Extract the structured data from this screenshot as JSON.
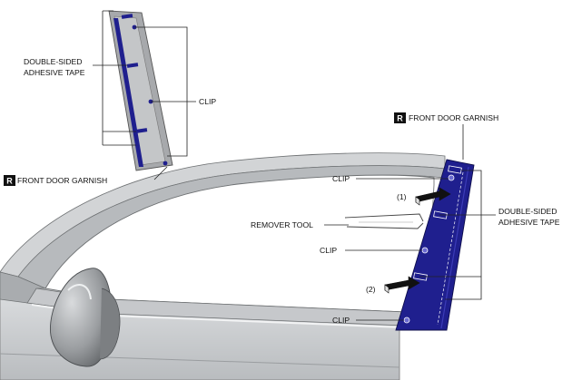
{
  "labels": {
    "inset_tape": [
      "DOUBLE-SIDED",
      "ADHESIVE TAPE"
    ],
    "inset_clip": "CLIP",
    "inset_garnish": "FRONT DOOR GARNISH",
    "main_garnish": "FRONT DOOR GARNISH",
    "clip_top": "CLIP",
    "clip_mid": "CLIP",
    "clip_bottom": "CLIP",
    "remover_tool": "REMOVER TOOL",
    "main_tape": [
      "DOUBLE-SIDED",
      "ADHESIVE TAPE"
    ],
    "step_1": "(1)",
    "step_2": "(2)"
  },
  "badges": {
    "inset_side": "R",
    "main_side": "R"
  },
  "colors": {
    "garnish_blue": "#1f1f8e",
    "garnish_dark": "#14145e",
    "body_gray": "#cfd1d3",
    "body_dark": "#8e9194",
    "badge_bg": "#111111"
  },
  "icons": {
    "badge": "side-r-badge-icon",
    "arrow": "removal-direction-arrow-icon"
  }
}
